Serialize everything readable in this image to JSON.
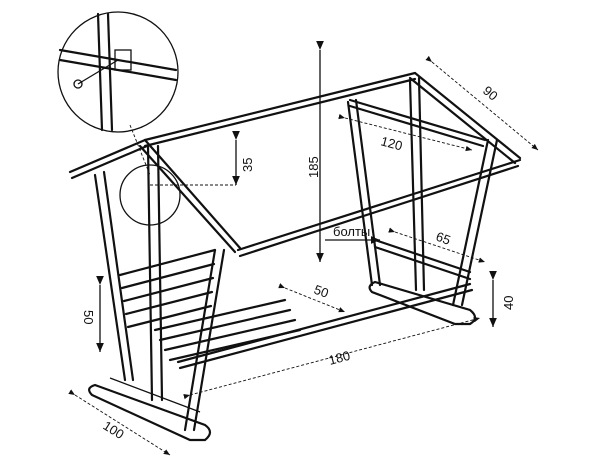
{
  "title": "Garden swing frame drawing",
  "dimensions": {
    "roof_width": "90",
    "height": "185",
    "rafter_span": "120",
    "roof_drop": "35",
    "bolts_label": "болты",
    "crossbar": "65",
    "seat_depth": "50",
    "foot_height": "40",
    "back_height": "50",
    "length": "180",
    "base_width": "100"
  }
}
